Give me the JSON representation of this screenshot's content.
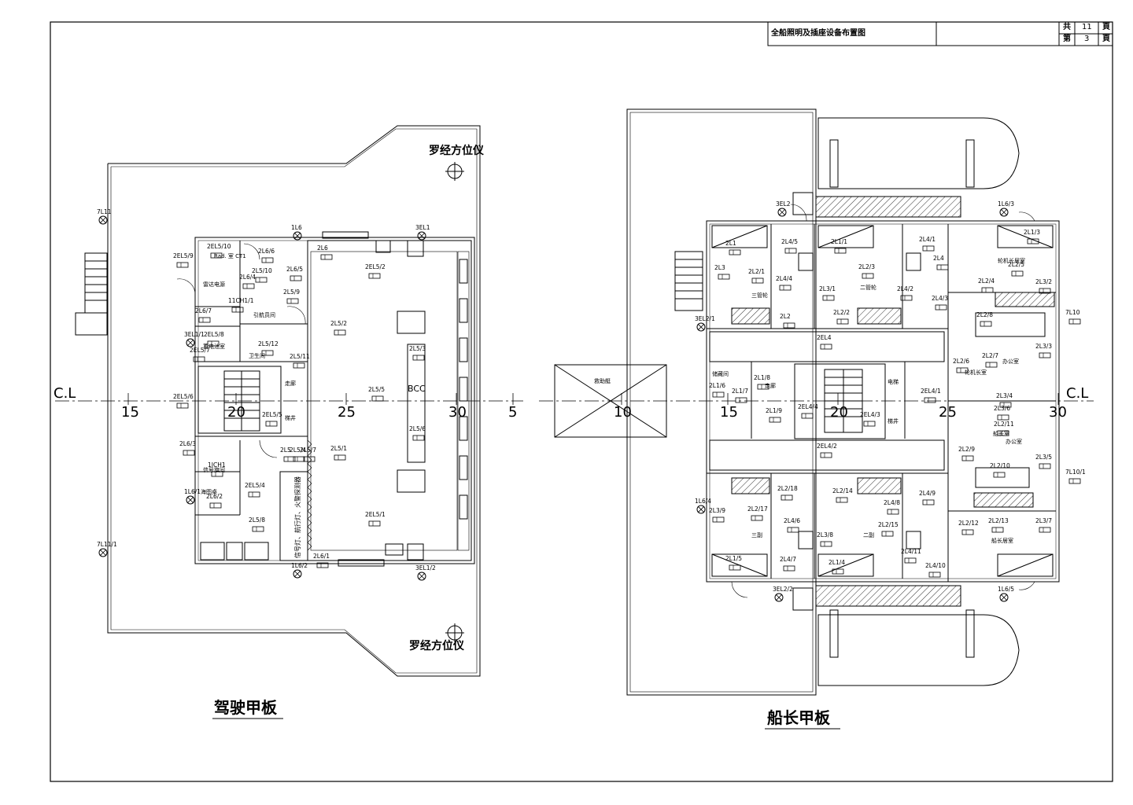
{
  "title_block": {
    "drawing_title": "全船照明及插座设备布置图",
    "total_pages_label": "共",
    "total_pages": "11",
    "current_page_label": "第",
    "current_page": "3",
    "page_unit": "頁"
  },
  "left_deck": {
    "title": "驾驶甲板",
    "compass_top": "罗经方位仪",
    "compass_bottom": "罗经方位仪",
    "centerline": "C.L",
    "frames": [
      "15",
      "20",
      "25",
      "30",
      "5"
    ],
    "bcc": "BCC",
    "fixtures": [
      {
        "id": "1L6"
      },
      {
        "id": "3EL1"
      },
      {
        "id": "7L11"
      },
      {
        "id": "7L11/1"
      },
      {
        "id": "3EL1/1"
      },
      {
        "id": "1L6/1"
      },
      {
        "id": "1L6/2"
      },
      {
        "id": "3EL1/2"
      },
      {
        "id": "2L6/1"
      },
      {
        "id": "2L6"
      },
      {
        "id": "2EL5/10"
      },
      {
        "id": "2EL5/9"
      },
      {
        "id": "2L6/6"
      },
      {
        "id": "2L6/5"
      },
      {
        "id": "2L5/10"
      },
      {
        "id": "2L5/9"
      },
      {
        "id": "2L6/4"
      },
      {
        "id": "2L6/7"
      },
      {
        "id": "2EL5/8"
      },
      {
        "id": "2EL5/7"
      },
      {
        "id": "2L5/12"
      },
      {
        "id": "2L5/11"
      },
      {
        "id": "2EL5/2"
      },
      {
        "id": "2L5/2"
      },
      {
        "id": "2L5/3"
      },
      {
        "id": "2L5/5"
      },
      {
        "id": "2L5/6"
      },
      {
        "id": "2L5/1"
      },
      {
        "id": "2EL5/1"
      },
      {
        "id": "2EL5/6"
      },
      {
        "id": "2EL5/5"
      },
      {
        "id": "2L6/3"
      },
      {
        "id": "2L6/2"
      },
      {
        "id": "2EL5/4"
      },
      {
        "id": "2L5/8"
      },
      {
        "id": "2L5/7"
      },
      {
        "id": "2L5/4"
      },
      {
        "id": "2L5"
      },
      {
        "id": "1ICH1"
      },
      {
        "id": "11CH1/1"
      }
    ],
    "rooms": [
      {
        "id": "gyro",
        "label": "Rad. 室 CT1"
      },
      {
        "id": "elec",
        "label": "雷达电源"
      },
      {
        "id": "pilot",
        "label": "引航员间"
      },
      {
        "id": "toilet",
        "label": "卫生间"
      },
      {
        "id": "battery",
        "label": "蓄电池室"
      },
      {
        "id": "navsignal",
        "label": "信号旗间"
      },
      {
        "id": "chart",
        "label": "海图桌"
      },
      {
        "id": "stair_up",
        "label": "走廊"
      },
      {
        "id": "stair_down",
        "label": "梯井"
      }
    ],
    "vertical_note": "信号灯、航行灯、火警探测器"
  },
  "right_deck": {
    "title": "船长甲板",
    "centerline": "C.L",
    "frames": [
      "10",
      "15",
      "20",
      "25",
      "30"
    ],
    "lifeboat_label": "救助艇",
    "fixtures": [
      {
        "id": "3EL2"
      },
      {
        "id": "1L6/3"
      },
      {
        "id": "3EL2/1"
      },
      {
        "id": "1L6/4"
      },
      {
        "id": "3EL2/2"
      },
      {
        "id": "1L6/5"
      },
      {
        "id": "7L10"
      },
      {
        "id": "7L10/1"
      },
      {
        "id": "2L1"
      },
      {
        "id": "2L3"
      },
      {
        "id": "2L2/1"
      },
      {
        "id": "2L4/5"
      },
      {
        "id": "2L4/4"
      },
      {
        "id": "2L1/1"
      },
      {
        "id": "2L2/3"
      },
      {
        "id": "2L3/1"
      },
      {
        "id": "2L4/1"
      },
      {
        "id": "2L4"
      },
      {
        "id": "2L4/2"
      },
      {
        "id": "2L4/3"
      },
      {
        "id": "2L1/3"
      },
      {
        "id": "2L2/5"
      },
      {
        "id": "2L2/4"
      },
      {
        "id": "2L3/2"
      },
      {
        "id": "2L2"
      },
      {
        "id": "2L2/2"
      },
      {
        "id": "2EL4"
      },
      {
        "id": "2L2/8"
      },
      {
        "id": "2L3/3"
      },
      {
        "id": "2L2/7"
      },
      {
        "id": "2L2/6"
      },
      {
        "id": "2L3/4"
      },
      {
        "id": "2L3/6"
      },
      {
        "id": "2L1/6"
      },
      {
        "id": "2L1/7"
      },
      {
        "id": "2L1/8"
      },
      {
        "id": "2L1/9"
      },
      {
        "id": "2EL4/4"
      },
      {
        "id": "2EL4/3"
      },
      {
        "id": "2EL4/1"
      },
      {
        "id": "2EL4/2"
      },
      {
        "id": "2L2/11"
      },
      {
        "id": "2L2/9"
      },
      {
        "id": "2L3/5"
      },
      {
        "id": "2L2/10"
      },
      {
        "id": "2L2/18"
      },
      {
        "id": "2L2/14"
      },
      {
        "id": "2L4/9"
      },
      {
        "id": "2L4/8"
      },
      {
        "id": "2L3/9"
      },
      {
        "id": "2L2/17"
      },
      {
        "id": "2L4/6"
      },
      {
        "id": "2L3/8"
      },
      {
        "id": "2L2/15"
      },
      {
        "id": "2L4/11"
      },
      {
        "id": "2L2/12"
      },
      {
        "id": "2L2/13"
      },
      {
        "id": "2L3/7"
      },
      {
        "id": "2L1/5"
      },
      {
        "id": "2L4/7"
      },
      {
        "id": "2L1/4"
      },
      {
        "id": "2L4/10"
      }
    ],
    "rooms": [
      {
        "id": "r1",
        "label": "三管轮"
      },
      {
        "id": "r2",
        "label": "二管轮"
      },
      {
        "id": "r3",
        "label": "轮机长居室"
      },
      {
        "id": "r4",
        "label": "办公室"
      },
      {
        "id": "r5",
        "label": "轮机长室"
      },
      {
        "id": "r6",
        "label": "船长室"
      },
      {
        "id": "r7",
        "label": "办公室"
      },
      {
        "id": "r8",
        "label": "船长居室"
      },
      {
        "id": "r9",
        "label": "三副"
      },
      {
        "id": "r10",
        "label": "二副"
      },
      {
        "id": "r11",
        "label": "储藏间"
      },
      {
        "id": "r12",
        "label": "走廊"
      },
      {
        "id": "r13",
        "label": "电梯"
      },
      {
        "id": "r14",
        "label": "梯井"
      }
    ]
  }
}
